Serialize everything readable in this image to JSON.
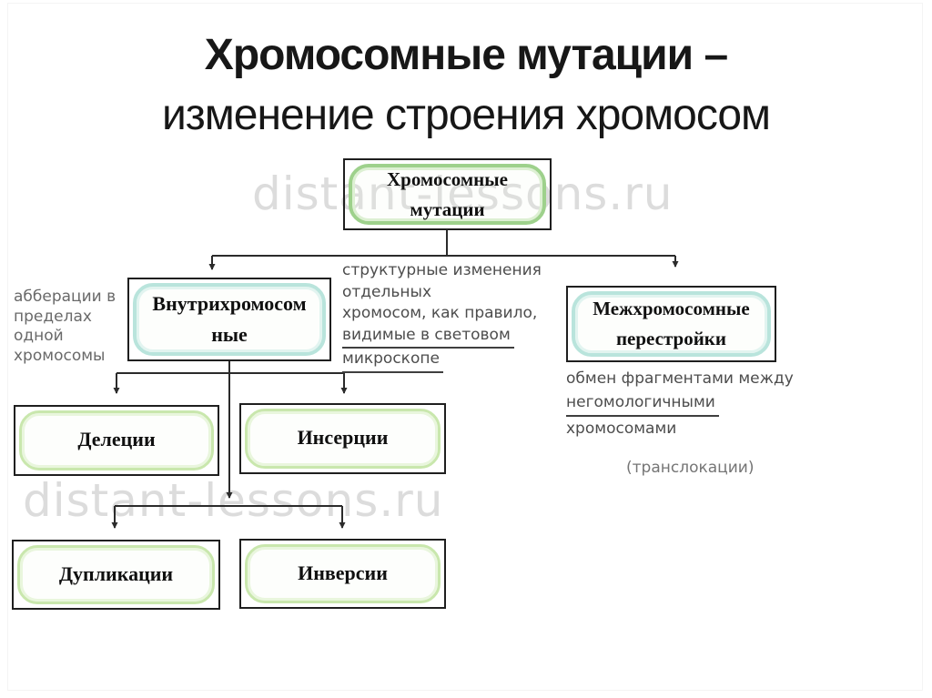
{
  "title": {
    "line1": "Хромосомные мутации –",
    "line2": "изменение строения хромосом"
  },
  "watermark": {
    "text1": "distant-lessons.ru",
    "text2": "distant-lessons.ru"
  },
  "boxes": {
    "root": {
      "label": "Хромосомные\nмутации"
    },
    "intra": {
      "label": "Внутрихромосом\nные"
    },
    "inter": {
      "label": "Межхромосомные\nперестройки"
    },
    "deletions": {
      "label": "Делеции"
    },
    "insertions": {
      "label": "Инсерции"
    },
    "duplications": {
      "label": "Дупликации"
    },
    "inversions": {
      "label": "Инверсии"
    }
  },
  "notes": {
    "left": "абберации в\nпределах\nодной\nхромосомы",
    "middle": {
      "line1": "структурные изменения отдельных",
      "line2": "хромосом, как правило,",
      "underline1": "видимые в световом",
      "underline2": "микроскопе"
    },
    "right": {
      "line1": "обмен фрагментами между",
      "underline": "негомологичными",
      "rest": " хромосомами",
      "translocations": "(транслокации)"
    }
  },
  "colors": {
    "outline": "#1f1f1f",
    "green_border": "#9ed18c",
    "pale_green_border": "#c9e7ad",
    "cyan_border": "#b9e4dc",
    "watermark": "#dcdcdc",
    "note_dark": "#4d4d4d",
    "note_gray": "#696969",
    "translocations_gray": "#757575"
  }
}
